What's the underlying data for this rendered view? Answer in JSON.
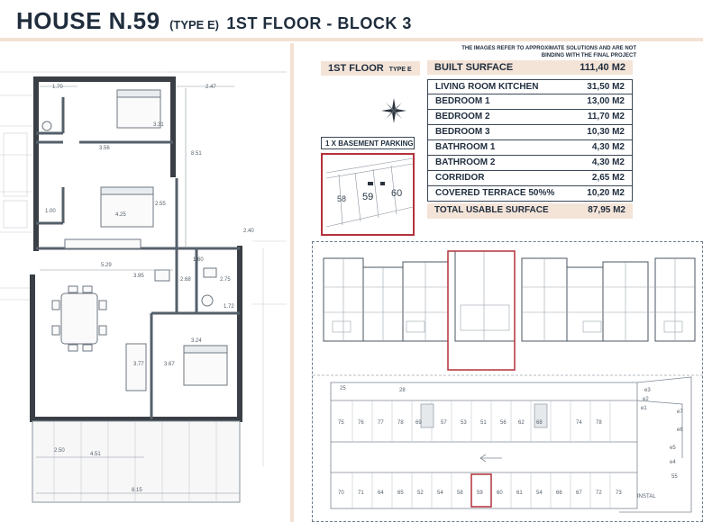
{
  "header": {
    "title_main": "HOUSE N.59",
    "title_type": "(TYPE E)",
    "title_floor": "1ST FLOOR - BLOCK 3"
  },
  "disclaimer": "THE IMAGES REFER TO APPROXIMATE SOLUTIONS AND ARE NOT BINDING WITH THE FINAL PROJECT",
  "floor_label": {
    "text": "1ST FLOOR",
    "type": "TYPE E"
  },
  "built_surface": {
    "label": "BUILT SURFACE",
    "value": "111,40 M2"
  },
  "surfaces": [
    {
      "label": "LIVING ROOM KITCHEN",
      "value": "31,50 M2"
    },
    {
      "label": "BEDROOM 1",
      "value": "13,00 M2"
    },
    {
      "label": "BEDROOM 2",
      "value": "11,70 M2"
    },
    {
      "label": "BEDROOM 3",
      "value": "10,30 M2"
    },
    {
      "label": "BATHROOM 1",
      "value": "4,30 M2"
    },
    {
      "label": "BATHROOM 2",
      "value": "4,30 M2"
    },
    {
      "label": "CORRIDOR",
      "value": "2,65 M2"
    },
    {
      "label": "COVERED TERRACE 50%%",
      "value": "10,20 M2"
    }
  ],
  "total": {
    "label": "TOTAL USABLE SURFACE",
    "value": "87,95 M2"
  },
  "parking": {
    "label": "1 X BASEMENT PARKING",
    "spaces": [
      "58",
      "59",
      "60"
    ]
  },
  "plan_dimensions": {
    "d1": "1.70",
    "d2": "2.47",
    "d3": "3.31",
    "d4": "3.56",
    "d5": "8.51",
    "d6": "4.25",
    "d7": "2.55",
    "d8": "1.00",
    "d9": "5.29",
    "d10": "1.60",
    "d11": "2.68",
    "d12": "3.95",
    "d13": "2.75",
    "d14": "1.72",
    "d15": "3.24",
    "d16": "3.77",
    "d17": "3.67",
    "d18": "4.51",
    "d19": "2.50",
    "d20": "8.15",
    "d21": "2.40"
  },
  "basement": {
    "top_numbers": [
      "25",
      "28"
    ],
    "row1": [
      "75",
      "76",
      "77",
      "78",
      "69",
      "57",
      "53",
      "51",
      "56",
      "62",
      "68",
      "74",
      "78"
    ],
    "row2": [
      "70",
      "71",
      "64",
      "65",
      "52",
      "54",
      "58",
      "59",
      "60",
      "61",
      "54",
      "66",
      "67",
      "72",
      "73"
    ],
    "right_labels": [
      "e3",
      "e2",
      "e1",
      "e7",
      "e6",
      "e5",
      "e4",
      "55"
    ],
    "label_install": "INSTAL"
  },
  "colors": {
    "accent_peach": "#f4e4d8",
    "highlight_red": "#b3313a",
    "text_navy": "#1f2d3d"
  }
}
